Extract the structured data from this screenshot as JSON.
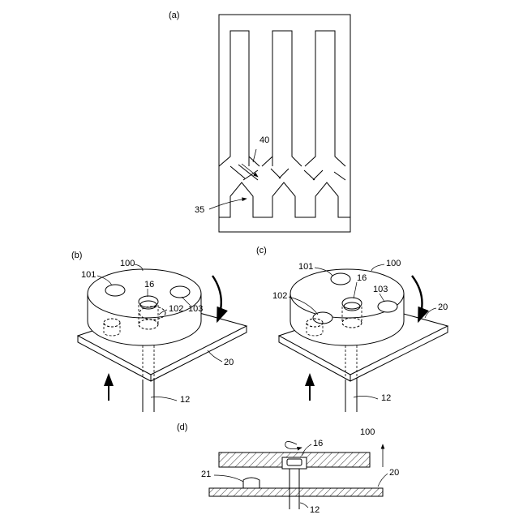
{
  "panels": {
    "a": {
      "label": "(a)",
      "callouts": [
        "40",
        "35"
      ]
    },
    "b": {
      "label": "(b)",
      "callouts": [
        "100",
        "101",
        "16",
        "102",
        "103",
        "20",
        "12"
      ]
    },
    "c": {
      "label": "(c)",
      "callouts": [
        "100",
        "101",
        "16",
        "102",
        "103",
        "20",
        "12"
      ]
    },
    "d": {
      "label": "(d)",
      "callouts": [
        "16",
        "100",
        "21",
        "20",
        "12"
      ]
    }
  }
}
